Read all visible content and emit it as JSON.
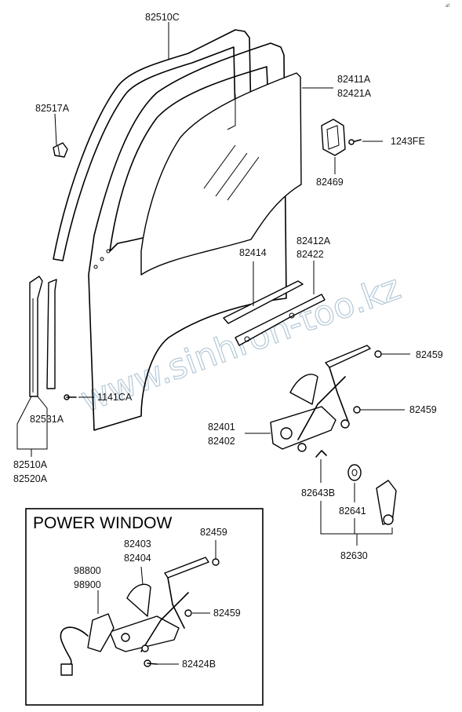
{
  "watermark": "www.sinhron-too.kz",
  "corner_mark": "af",
  "power_window": {
    "title": "POWER WINDOW"
  },
  "labels": {
    "l82510C": "82510C",
    "l82517A": "82517A",
    "l82411A": "82411A",
    "l82421A": "82421A",
    "l1243FE": "1243FE",
    "l82469": "82469",
    "l82412A": "82412A",
    "l82414": "82414",
    "l82422": "82422",
    "l82459a": "82459",
    "l82459b": "82459",
    "l1141CA": "1141CA",
    "l82531A": "82531A",
    "l82401": "82401",
    "l82402": "82402",
    "l82510A": "82510A",
    "l82520A": "82520A",
    "l82643B": "82643B",
    "l82641": "82641",
    "l82630": "82630",
    "l82403": "82403",
    "l82404": "82404",
    "l82459c": "82459",
    "l98800": "98800",
    "l98900": "98900",
    "l82459d": "82459",
    "l82424B": "82424B"
  }
}
